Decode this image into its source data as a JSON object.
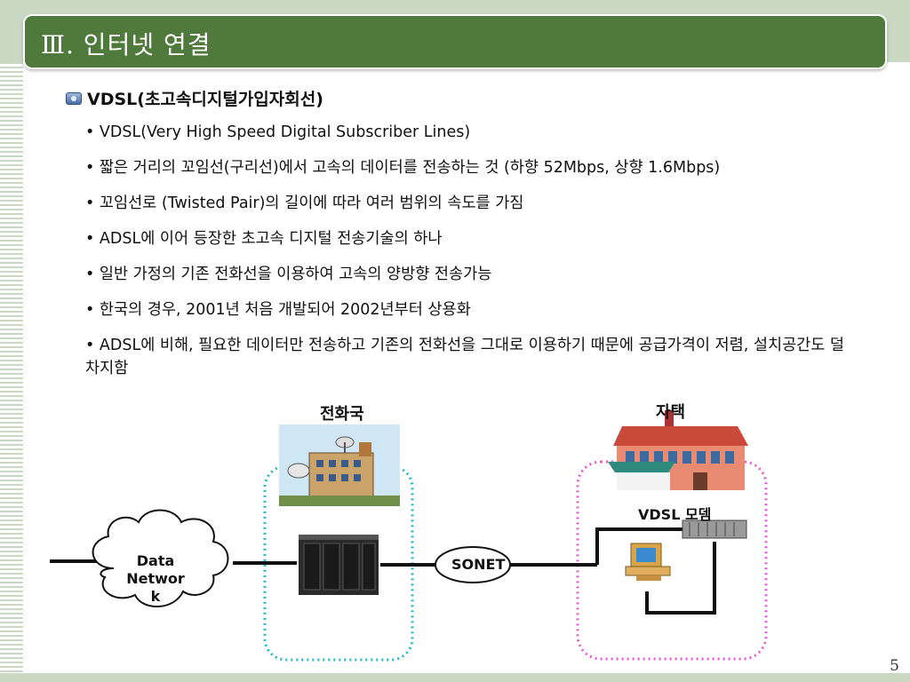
{
  "title": "Ⅲ. 인터넷 연결",
  "heading": "VDSL(초고속디지털가입자회선)",
  "bullets": [
    "• VDSL(Very High Speed Digital Subscriber Lines)",
    "• 짧은 거리의 꼬임선(구리선)에서 고속의 데이터를 전송하는 것 (하향 52Mbps, 상향 1.6Mbps)",
    "• 꼬임선로 (Twisted Pair)의 길이에 따라 여러 범위의 속도를 가짐",
    "• ADSL에 이어 등장한 초고속 디지털 전송기술의 하나",
    "• 일반 가정의 기존 전화선을 이용하여 고속의 양방향 전송가능",
    "• 한국의 경우, 2001년 처음 개발되어 2002년부터 상용화",
    "• ADSL에 비해, 필요한 데이터만 전송하고 기존의 전화선을 그대로 이용하기 때문에 공급가격이 저렴, 설치공간도 덜 차지함"
  ],
  "diagram": {
    "central_office_label": "전화국",
    "home_label": "자택",
    "cloud_label_lines": [
      "Data",
      "Networ",
      "k"
    ],
    "sonet_label": "SONET",
    "modem_label": "VDSL 모뎀",
    "colors": {
      "central_office_border": "#29b6c6",
      "home_border": "#e75bd0",
      "link_line": "#111111"
    },
    "icons": [
      "cloud-icon",
      "telephone-office-icon",
      "server-rack-icon",
      "house-icon",
      "modem-icon",
      "computer-icon"
    ]
  },
  "page_number": "5",
  "theme": {
    "accent": "#4f7a3c",
    "band": "#c9d9c4"
  }
}
